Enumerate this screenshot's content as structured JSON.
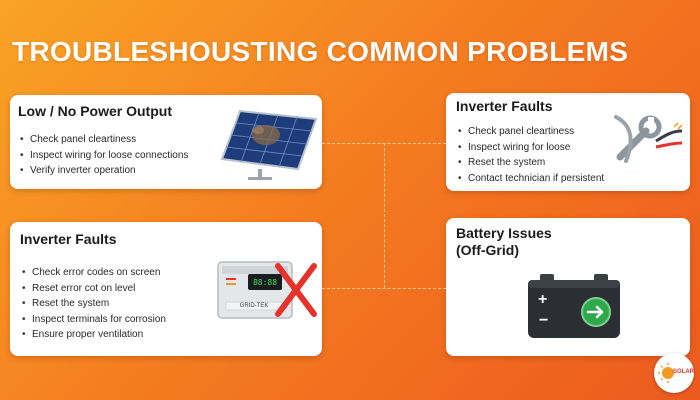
{
  "page": {
    "title": "TROUBLESHOUSTING COMMON PROBLEMS",
    "brand_text": "SOLAR"
  },
  "cards": {
    "low_power": {
      "title": "Low / No Power Output",
      "items": [
        "Check panel cleartiness",
        "Inspect wiring for loose connections",
        "Verify inverter operation"
      ]
    },
    "inverter_faults_bottom": {
      "title": "Inverter Faults",
      "items": [
        "Check error codes on screen",
        "Reset error cot on level",
        "Reset the system",
        "Inspect terminals for corrosion",
        "Ensure proper ventilation"
      ],
      "device_display": "88:88",
      "device_label": "GRID-TEK"
    },
    "inverter_faults_top": {
      "title": "Inverter Faults",
      "items": [
        "Check panel cleartiness",
        "Inspect wiring for loose",
        "Reset the system",
        "Contact technician if persistent"
      ]
    },
    "battery": {
      "title_line1": "Battery Issues",
      "title_line2": "(Off-Grid)",
      "plus": "+",
      "minus": "−"
    }
  },
  "colors": {
    "background_start": "#f9a325",
    "background_end": "#ec5a1e",
    "card": "#ffffff",
    "x_mark": "#e5322b",
    "battery_green": "#2ea84a",
    "battery_body": "#2b2f33"
  },
  "icons": {
    "low_power": "solar-panel-icon",
    "inverter_top": "wrench-wire-icon",
    "inverter_bottom": "inverter-x-icon",
    "battery": "battery-icon",
    "brand": "solar-logo-icon"
  }
}
